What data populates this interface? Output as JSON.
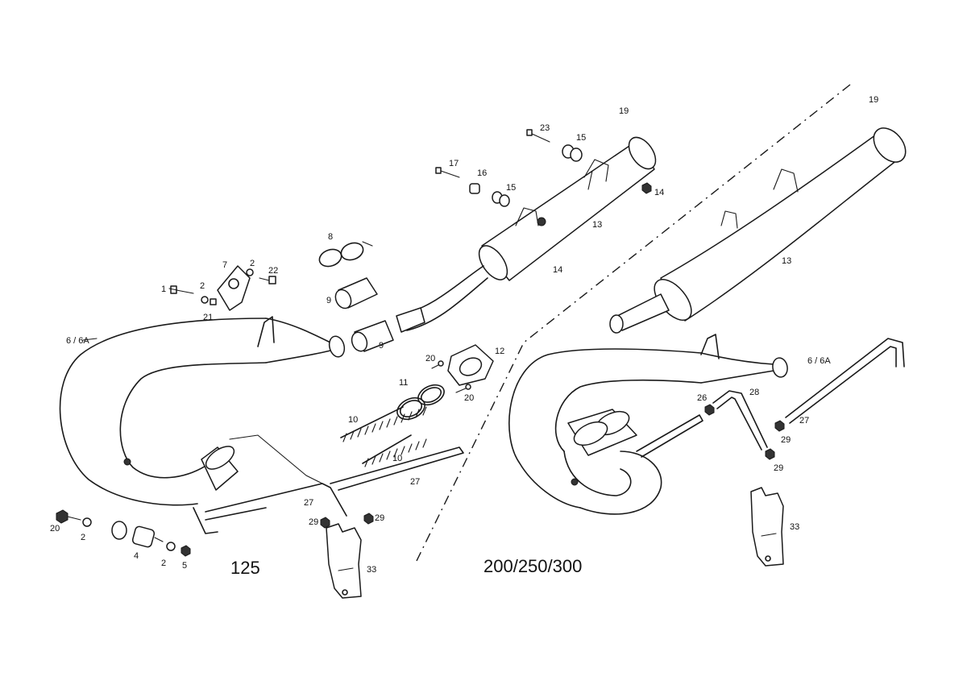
{
  "variants": {
    "small": "125",
    "large": "200/250/300"
  },
  "callouts": {
    "c1": "1",
    "c2a": "2",
    "c2b": "2",
    "c2c": "2",
    "c2d": "2",
    "c4": "4",
    "c5": "5",
    "c6a": "6 / 6A",
    "c6b": "6 / 6A",
    "c7": "7",
    "c8": "8",
    "c9a": "9",
    "c9b": "9",
    "c10a": "10",
    "c10b": "10",
    "c11": "11",
    "c12": "12",
    "c13a": "13",
    "c13b": "13",
    "c14a": "14",
    "c14b": "14",
    "c15a": "15",
    "c15b": "15",
    "c16": "16",
    "c17": "17",
    "c19a": "19",
    "c19b": "19",
    "c20a": "20",
    "c20b": "20",
    "c20c": "20",
    "c21": "21",
    "c22": "22",
    "c23": "23",
    "c26": "26",
    "c27a": "27",
    "c27b": "27",
    "c27c": "27",
    "c28": "28",
    "c29a": "29",
    "c29b": "29",
    "c29c": "29",
    "c29d": "29",
    "c33a": "33",
    "c33b": "33"
  }
}
